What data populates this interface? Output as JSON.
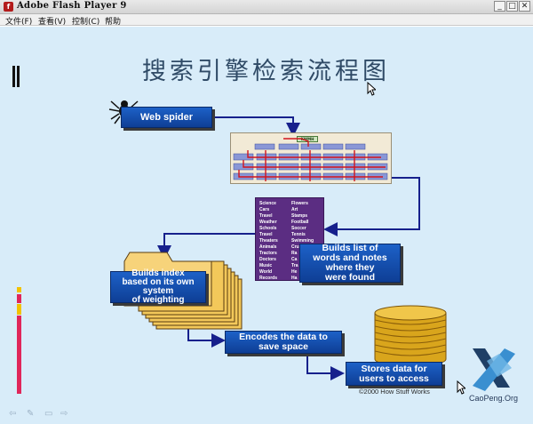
{
  "window": {
    "title": "Adobe Flash Player 9",
    "buttons": {
      "minimize": "_",
      "maximize": "□",
      "close": "✕"
    }
  },
  "menu": [
    {
      "label": "文件(F)"
    },
    {
      "label": "查看(V)"
    },
    {
      "label": "控制(C)"
    },
    {
      "label": "帮助"
    }
  ],
  "slide": {
    "title": "搜索引擎检索流程图",
    "web_spider": "Web spider",
    "builds_list": [
      "Builds list of",
      "words and notes",
      "where they",
      "were found"
    ],
    "builds_index": [
      "Builds index",
      "based on its own",
      "system",
      "of weighting"
    ],
    "encodes": [
      "Encodes the data to",
      "save space"
    ],
    "stores": [
      "Stores data for",
      "users to access"
    ],
    "copyright": "©2000 How Stuff Works",
    "logo": "CaoPeng.Org",
    "word_list_left": [
      "Science",
      "Cars",
      "Travel",
      "Weather",
      "Schools",
      "Travel",
      "Theaters",
      "Animals",
      "Tractors",
      "Doctors",
      "Music",
      "World",
      "Records"
    ],
    "word_list_right": [
      "Flowers",
      "Art",
      "Stamps",
      "Football",
      "Soccer",
      "Tennis",
      "Swimming",
      "Cruises",
      "Ra",
      "Ca",
      "Tra",
      "He",
      "Ha"
    ],
    "site_label": "KWMH"
  },
  "colors": {
    "stage_bg": "#d8ecf9",
    "box_blue": "#1d61c7",
    "arrow_blue": "#16208c",
    "panel_purple": "#5b2d82",
    "folder_yellow": "#f7d37a",
    "coin_gold": "#d9a51c",
    "strip_pink": "#e0265a",
    "strip_yellow": "#f2c200"
  },
  "icons": {
    "spider": "spider-icon",
    "cursor": "mouse-cursor-icon",
    "logo": "caopeng-x-logo-icon"
  }
}
